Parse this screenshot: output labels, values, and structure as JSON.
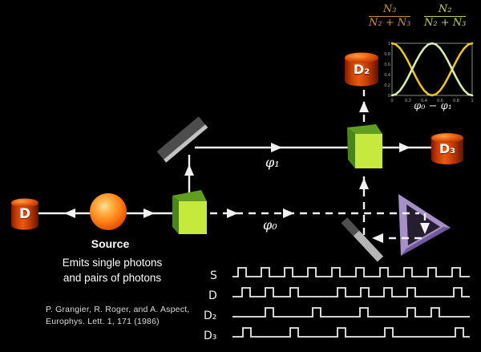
{
  "scene": {
    "source": {
      "label": "Source",
      "desc_line1": "Emits single photons",
      "desc_line2": "and pairs of photons"
    },
    "detectors": {
      "d": "D",
      "d2": "D₂",
      "d3": "D₃"
    },
    "phase0": "φ₀",
    "phase1": "φ₁",
    "citation_line1": "P. Grangier, R. Roger, and A. Aspect,",
    "citation_line2": "Europhys. Lett. 1, 171 (1986)"
  },
  "inset": {
    "fraction_left": {
      "num": "N₃",
      "den": "N₂ + N₃",
      "color": "#c9923d"
    },
    "fraction_right": {
      "num": "N₂",
      "den": "N₂ + N₃",
      "color": "#bdd05c"
    },
    "xlabel": "φ₀ − φ₁"
  },
  "chart_data": [
    {
      "type": "line",
      "title": "",
      "xlabel": "φ₀ − φ₁",
      "ylabel": "",
      "xlim": [
        0,
        1
      ],
      "ylim": [
        0,
        1
      ],
      "xticks": [
        0,
        0.2,
        0.4,
        0.6,
        0.8,
        1
      ],
      "yticks": [
        0,
        0.2,
        0.4,
        0.6,
        0.8,
        1
      ],
      "grid": false,
      "legend_position": "above",
      "x": [
        0,
        0.05,
        0.1,
        0.15,
        0.2,
        0.25,
        0.3,
        0.35,
        0.4,
        0.45,
        0.5,
        0.55,
        0.6,
        0.65,
        0.7,
        0.75,
        0.8,
        0.85,
        0.9,
        0.95,
        1
      ],
      "series": [
        {
          "name": "N₃/(N₂+N₃)",
          "color": "#ecc51c",
          "values": [
            1,
            0.976,
            0.905,
            0.794,
            0.655,
            0.5,
            0.345,
            0.206,
            0.095,
            0.024,
            0,
            0.024,
            0.095,
            0.206,
            0.345,
            0.5,
            0.655,
            0.794,
            0.905,
            0.976,
            1
          ]
        },
        {
          "name": "N₂/(N₂+N₃)",
          "color": "#d9ecae",
          "values": [
            0,
            0.024,
            0.095,
            0.206,
            0.345,
            0.5,
            0.655,
            0.794,
            0.905,
            0.976,
            1,
            0.976,
            0.905,
            0.794,
            0.655,
            0.5,
            0.345,
            0.206,
            0.095,
            0.024,
            0
          ]
        }
      ]
    },
    {
      "type": "line",
      "subtype": "digital-timing",
      "x_start": 290,
      "x_end": 586,
      "pulse_width": 10,
      "pulse_height": 11,
      "rows": [
        {
          "label": "S",
          "baseline_y": 345,
          "pulses_x": [
            297,
            326,
            355,
            384,
            414,
            444,
            474,
            504,
            534,
            564
          ]
        },
        {
          "label": "D",
          "baseline_y": 370,
          "pulses_x": [
            302,
            331,
            362,
            421,
            450,
            479,
            508,
            566
          ]
        },
        {
          "label": "D₂",
          "baseline_y": 395,
          "pulses_x": [
            331,
            390,
            449,
            508,
            538
          ]
        },
        {
          "label": "D₃",
          "baseline_y": 420,
          "pulses_x": [
            303,
            362,
            421,
            480,
            568
          ]
        }
      ]
    }
  ]
}
